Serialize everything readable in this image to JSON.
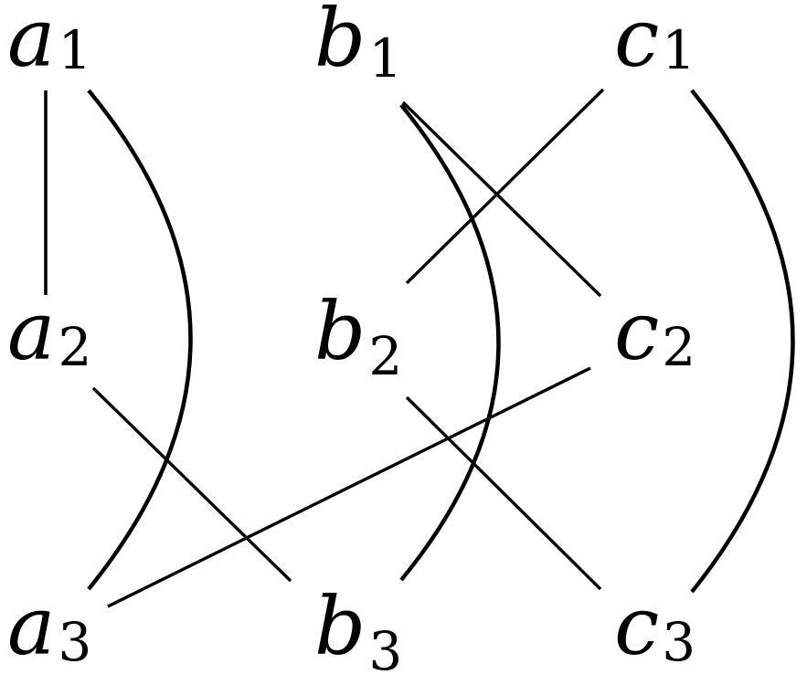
{
  "diagram": {
    "stroke_color": "#000000",
    "background": "#ffffff",
    "nodes": [
      {
        "id": "a1",
        "letter": "a",
        "sub": "1"
      },
      {
        "id": "b1",
        "letter": "b",
        "sub": "1"
      },
      {
        "id": "c1",
        "letter": "c",
        "sub": "1"
      },
      {
        "id": "a2",
        "letter": "a",
        "sub": "2"
      },
      {
        "id": "b2",
        "letter": "b",
        "sub": "2"
      },
      {
        "id": "c2",
        "letter": "c",
        "sub": "2"
      },
      {
        "id": "a3",
        "letter": "a",
        "sub": "3"
      },
      {
        "id": "b3",
        "letter": "b",
        "sub": "3"
      },
      {
        "id": "c3",
        "letter": "c",
        "sub": "3"
      }
    ],
    "edges": [
      {
        "from": "a1",
        "to": "a2",
        "shape": "straight"
      },
      {
        "from": "a1",
        "to": "a3",
        "shape": "curved"
      },
      {
        "from": "a2",
        "to": "b3",
        "shape": "straight"
      },
      {
        "from": "a3",
        "to": "c2",
        "shape": "straight"
      },
      {
        "from": "b1",
        "to": "b3",
        "shape": "curved"
      },
      {
        "from": "b1",
        "to": "c2",
        "shape": "straight"
      },
      {
        "from": "c1",
        "to": "b2",
        "shape": "straight"
      },
      {
        "from": "b2",
        "to": "c3",
        "shape": "straight"
      },
      {
        "from": "c1",
        "to": "c3",
        "shape": "curved"
      }
    ]
  }
}
